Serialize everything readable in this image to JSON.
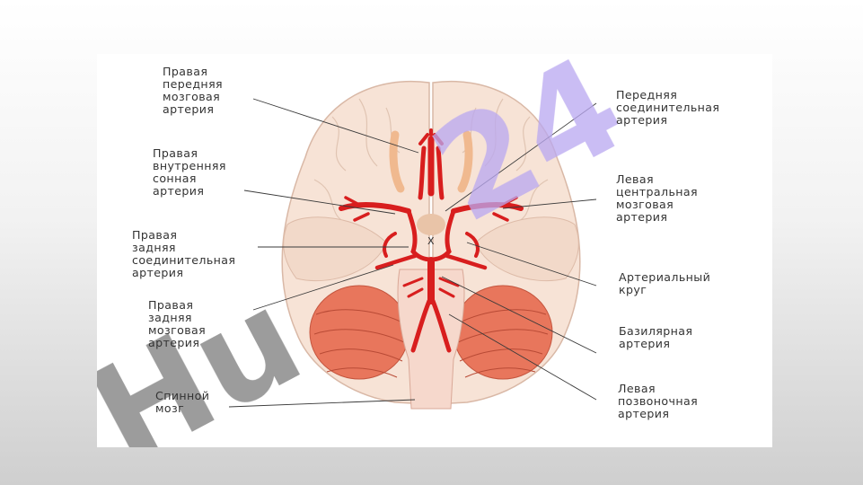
{
  "labels": {
    "right_anterior_cerebral": "Правая\nпередняя\nмозговая\nартерия",
    "right_internal_carotid": "Правая\nвнутренняя\nсонная\nартерия",
    "right_posterior_communicating": "Правая\nзадняя\nсоединительная\nартерия",
    "right_posterior_cerebral": "Правая\nзадняя\nмозговая\nартерия",
    "spinal_cord": "Спинной\nмозг",
    "anterior_communicating": "Передняя\nсоединительная\nартерия",
    "left_middle_cerebral": "Левая\nцентральная\nмозговая\nартерия",
    "arterial_circle": "Артериальный\nкруг",
    "basilar": "Базилярная\nартерия",
    "left_vertebral": "Левая\nпозвоночная\nартерия"
  },
  "chiasm_mark": "X",
  "watermark": {
    "text_gray": "Hu",
    "text_violet": "24",
    "color_gray": "#8c8c8c",
    "color_violet": "#b9a8f0"
  },
  "colors": {
    "artery": "#d81e1e",
    "brain": "#f7e3d6",
    "cerebellum": "#e8765c",
    "leader_line": "#3a3a3a"
  }
}
